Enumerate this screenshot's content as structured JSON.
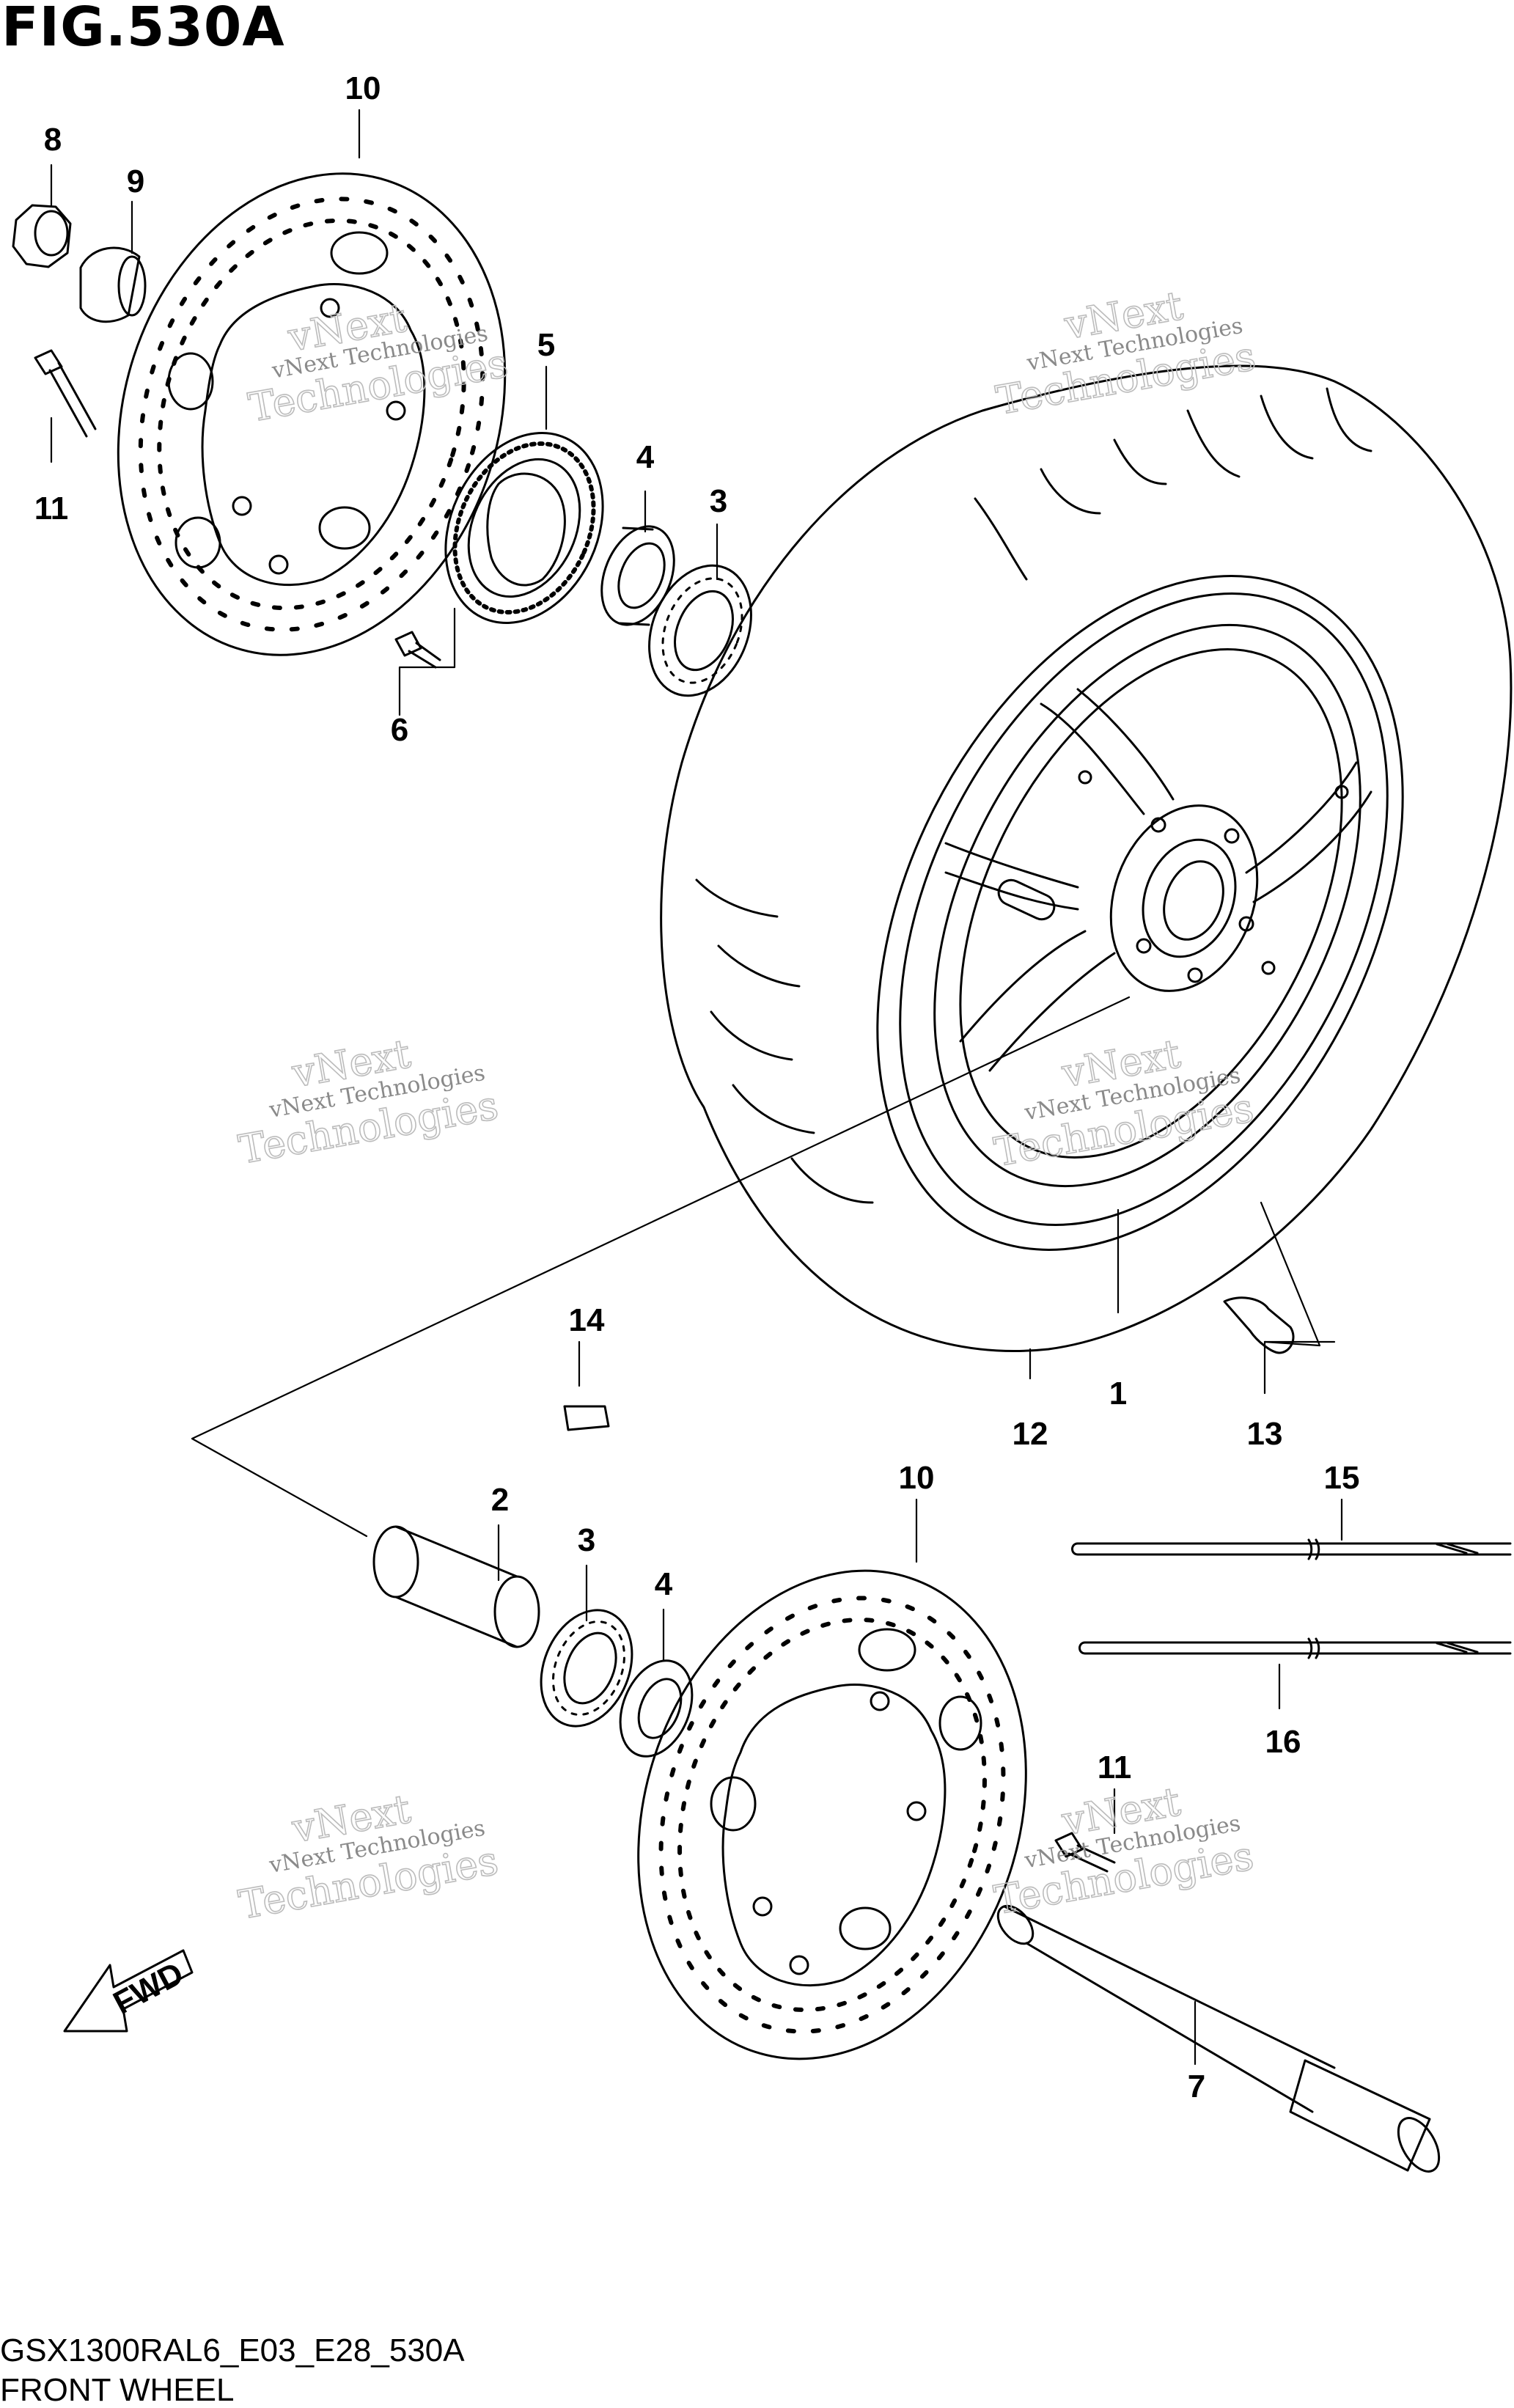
{
  "figure": {
    "title": "FIG.530A",
    "model_code": "GSX1300RAL6_E03_E28_530A",
    "name": "FRONT WHEEL",
    "fwd_label": "FWD"
  },
  "callouts": [
    {
      "id": "c1",
      "label": "1"
    },
    {
      "id": "c2",
      "label": "2"
    },
    {
      "id": "c3a",
      "label": "3"
    },
    {
      "id": "c3b",
      "label": "3"
    },
    {
      "id": "c4a",
      "label": "4"
    },
    {
      "id": "c4b",
      "label": "4"
    },
    {
      "id": "c5",
      "label": "5"
    },
    {
      "id": "c6",
      "label": "6"
    },
    {
      "id": "c7",
      "label": "7"
    },
    {
      "id": "c8",
      "label": "8"
    },
    {
      "id": "c9",
      "label": "9"
    },
    {
      "id": "c10a",
      "label": "10"
    },
    {
      "id": "c10b",
      "label": "10"
    },
    {
      "id": "c11a",
      "label": "11"
    },
    {
      "id": "c11b",
      "label": "11"
    },
    {
      "id": "c12",
      "label": "12"
    },
    {
      "id": "c13",
      "label": "13"
    },
    {
      "id": "c14",
      "label": "14"
    },
    {
      "id": "c15",
      "label": "15"
    },
    {
      "id": "c16",
      "label": "16"
    }
  ],
  "watermark": {
    "line1": "vNext",
    "line2": "vNext Technologies",
    "line3": "Technologies"
  }
}
